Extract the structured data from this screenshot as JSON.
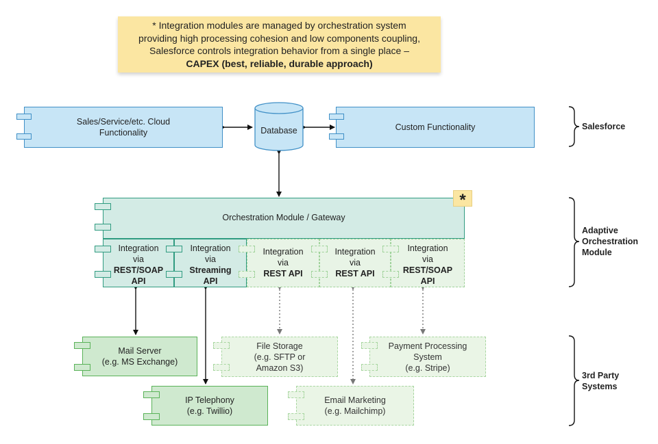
{
  "note": {
    "lines": [
      "* Integration modules are managed by orchestration system",
      "providing high processing cohesion and low components coupling,",
      "Salesforce controls integration behavior from a single place –"
    ],
    "bold_line": "CAPEX (best, reliable, durable approach)"
  },
  "salesforce": {
    "cloud_box": "Sales/Service/etc. Cloud\nFunctionality",
    "database": "Database",
    "custom_box": "Custom Functionality"
  },
  "orchestration": {
    "title": "Orchestration Module / Gateway",
    "star": "*",
    "modules": [
      {
        "line1": "Integration",
        "line2": "via",
        "bold": "REST/SOAP\nAPI"
      },
      {
        "line1": "Integration",
        "line2": "via",
        "bold": "Streaming\nAPI"
      },
      {
        "line1": "Integration",
        "line2": "via",
        "bold": "REST API"
      },
      {
        "line1": "Integration",
        "line2": "via",
        "bold": "REST API"
      },
      {
        "line1": "Integration",
        "line2": "via",
        "bold": "REST/SOAP\nAPI"
      }
    ]
  },
  "third_party": {
    "mail_server": "Mail Server\n(e.g. MS Exchange)",
    "ip_telephony": "IP Telephony\n(e.g. Twillio)",
    "file_storage": "File Storage\n(e.g. SFTP or\nAmazon S3)",
    "email_marketing": "Email Marketing\n(e.g. Mailchimp)",
    "payment": "Payment Processing\nSystem\n(e.g. Stripe)"
  },
  "groups": {
    "salesforce": "Salesforce",
    "adaptive": "Adaptive\nOrchestration\nModule",
    "third_party": "3rd Party\nSystems"
  },
  "colors": {
    "salesforce_fill": "#c7e5f6",
    "salesforce_stroke": "#3f8fc6",
    "orchestration_fill": "#d3ebe5",
    "orchestration_stroke": "#2f9b80",
    "active_system_fill": "#cfe9cf",
    "planned_system_fill": "#eaf5e6",
    "note_fill": "#fbe6a2"
  }
}
